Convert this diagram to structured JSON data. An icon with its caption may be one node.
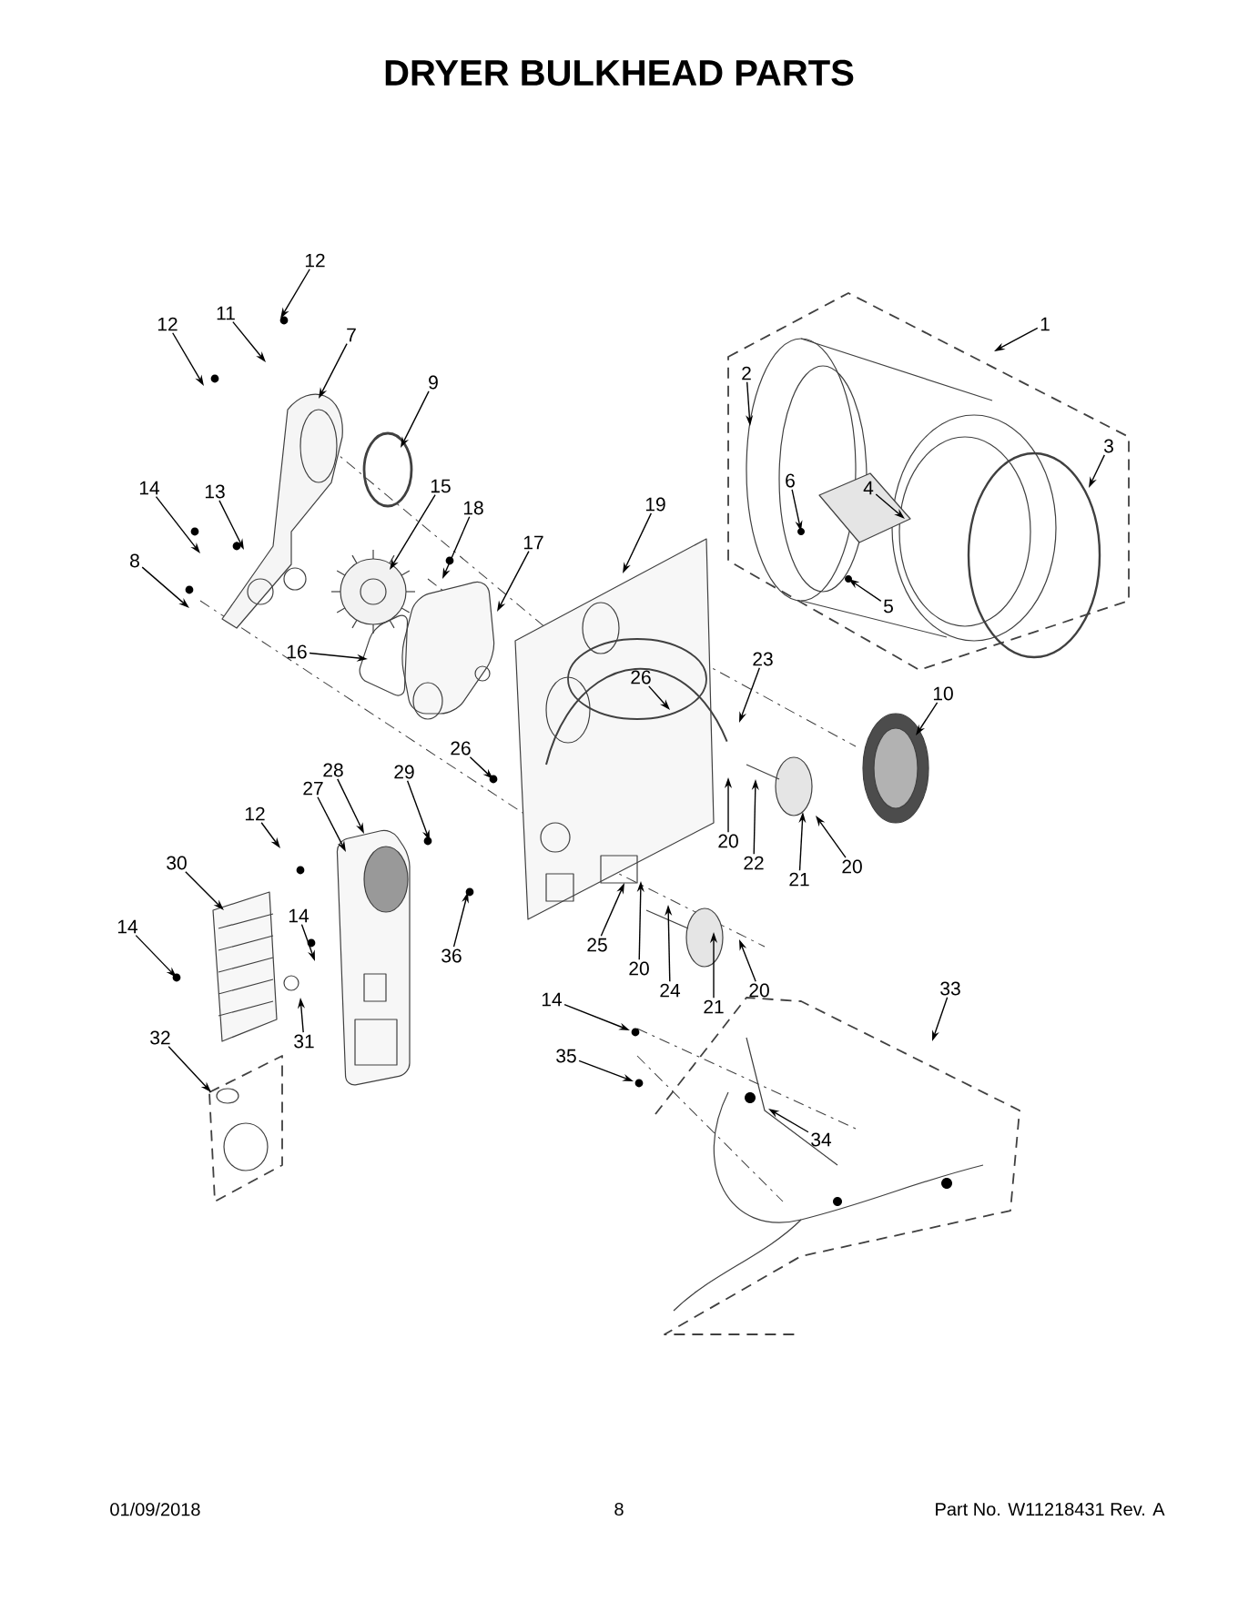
{
  "diagram": {
    "title": "DRYER BULKHEAD PARTS",
    "nodes": [
      {
        "text": [
          "12"
        ]
      },
      {
        "text": [
          "1"
        ]
      },
      {
        "text": [
          "12"
        ]
      },
      {
        "text": [
          "11"
        ]
      },
      {
        "text": [
          "7"
        ]
      },
      {
        "text": [
          "2"
        ]
      },
      {
        "text": [
          "9"
        ]
      },
      {
        "text": [
          "3"
        ]
      },
      {
        "text": [
          "6"
        ]
      },
      {
        "text": [
          "4"
        ]
      },
      {
        "text": [
          "14"
        ]
      },
      {
        "text": [
          "13"
        ]
      },
      {
        "text": [
          "15"
        ]
      },
      {
        "text": [
          "18"
        ]
      },
      {
        "text": [
          "19"
        ]
      },
      {
        "text": [
          "8"
        ]
      },
      {
        "text": [
          "17"
        ]
      },
      {
        "text": [
          "5"
        ]
      },
      {
        "text": [
          "16"
        ]
      },
      {
        "text": [
          "23"
        ]
      },
      {
        "text": [
          "26"
        ]
      },
      {
        "text": [
          "10"
        ]
      },
      {
        "text": [
          "26"
        ]
      },
      {
        "text": [
          "28"
        ]
      },
      {
        "text": [
          "29"
        ]
      },
      {
        "text": [
          "27"
        ]
      },
      {
        "text": [
          "12"
        ]
      },
      {
        "text": [
          "20"
        ]
      },
      {
        "text": [
          "22"
        ]
      },
      {
        "text": [
          "20"
        ]
      },
      {
        "text": [
          "21"
        ]
      },
      {
        "text": [
          "30"
        ]
      },
      {
        "text": [
          "14"
        ]
      },
      {
        "text": [
          "14"
        ]
      },
      {
        "text": [
          "36"
        ]
      },
      {
        "text": [
          "25"
        ]
      },
      {
        "text": [
          "20"
        ]
      },
      {
        "text": [
          "24"
        ]
      },
      {
        "text": [
          "21"
        ]
      },
      {
        "text": [
          "20"
        ]
      },
      {
        "text": [
          "33"
        ]
      },
      {
        "text": [
          "14"
        ]
      },
      {
        "text": [
          "32"
        ]
      },
      {
        "text": [
          "31"
        ]
      },
      {
        "text": [
          "35"
        ]
      },
      {
        "text": [
          "34"
        ]
      }
    ],
    "edges": [
      {
        "from": 0,
        "to": null,
        "arrow": "to"
      },
      {
        "from": 1,
        "to": null,
        "arrow": "to"
      },
      {
        "from": 2,
        "to": null,
        "arrow": "to"
      },
      {
        "from": 3,
        "to": null,
        "arrow": "to"
      },
      {
        "from": 4,
        "to": null,
        "arrow": "to"
      },
      {
        "from": 5,
        "to": null,
        "arrow": "to"
      },
      {
        "from": 6,
        "to": null,
        "arrow": "to"
      },
      {
        "from": 7,
        "to": null,
        "arrow": "to"
      },
      {
        "from": 8,
        "to": null,
        "arrow": "to"
      },
      {
        "from": 9,
        "to": null,
        "arrow": "to"
      },
      {
        "from": 10,
        "to": null,
        "arrow": "to"
      },
      {
        "from": 11,
        "to": null,
        "arrow": "to"
      },
      {
        "from": 12,
        "to": null,
        "arrow": "to"
      },
      {
        "from": 13,
        "to": null,
        "arrow": "to"
      },
      {
        "from": 14,
        "to": null,
        "arrow": "to"
      },
      {
        "from": 15,
        "to": null,
        "arrow": "to"
      },
      {
        "from": 16,
        "to": null,
        "arrow": "to"
      },
      {
        "from": 17,
        "to": null,
        "arrow": "to"
      },
      {
        "from": 18,
        "to": null,
        "arrow": "to"
      },
      {
        "from": 19,
        "to": null,
        "arrow": "to"
      },
      {
        "from": 20,
        "to": null,
        "arrow": "to"
      },
      {
        "from": 21,
        "to": null,
        "arrow": "to"
      },
      {
        "from": 22,
        "to": null,
        "arrow": "to"
      },
      {
        "from": 23,
        "to": null,
        "arrow": "to"
      },
      {
        "from": 24,
        "to": null,
        "arrow": "to"
      },
      {
        "from": 25,
        "to": null,
        "arrow": "to"
      },
      {
        "from": 26,
        "to": null,
        "arrow": "to"
      },
      {
        "from": 27,
        "to": null,
        "arrow": "to"
      },
      {
        "from": 28,
        "to": null,
        "arrow": "to"
      },
      {
        "from": 29,
        "to": null,
        "arrow": "to"
      },
      {
        "from": 30,
        "to": null,
        "arrow": "to"
      },
      {
        "from": 31,
        "to": null,
        "arrow": "to"
      },
      {
        "from": 32,
        "to": null,
        "arrow": "to"
      },
      {
        "from": 33,
        "to": null,
        "arrow": "to"
      },
      {
        "from": 34,
        "to": null,
        "arrow": "to"
      },
      {
        "from": 35,
        "to": null,
        "arrow": "to"
      },
      {
        "from": 36,
        "to": null,
        "arrow": "to"
      },
      {
        "from": 37,
        "to": null,
        "arrow": "to"
      },
      {
        "from": 38,
        "to": null,
        "arrow": "to"
      },
      {
        "from": 39,
        "to": null,
        "arrow": "to"
      },
      {
        "from": 40,
        "to": null,
        "arrow": "to"
      },
      {
        "from": 41,
        "to": null,
        "arrow": "to"
      },
      {
        "from": 42,
        "to": null,
        "arrow": "to"
      },
      {
        "from": 43,
        "to": null,
        "arrow": "to"
      },
      {
        "from": 44,
        "to": null,
        "arrow": "to"
      },
      {
        "from": 45,
        "to": null,
        "arrow": "to"
      }
    ],
    "labels": [
      "01/09/2018",
      "8",
      "Part No. W11218431  Rev. A"
    ]
  }
}
